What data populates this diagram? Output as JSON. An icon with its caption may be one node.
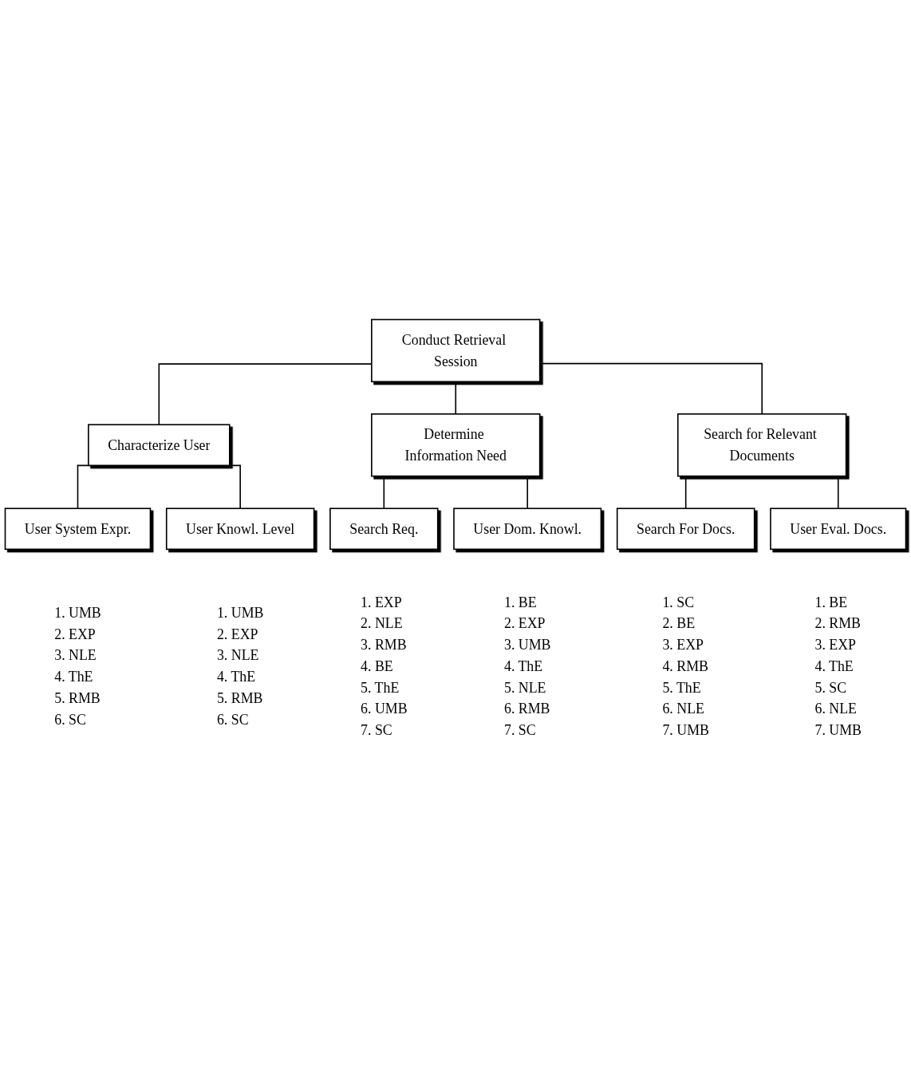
{
  "diagram": {
    "nodes": [
      {
        "text": [
          "Conduct Retrieval Session"
        ]
      },
      {
        "text": [
          "Characterize User"
        ]
      },
      {
        "text": [
          "Determine Information Need"
        ]
      },
      {
        "text": [
          "Search for Relevant Documents"
        ]
      },
      {
        "text": [
          "User System Expr."
        ],
        "beside": [
          "1. UMB",
          "2. EXP",
          "3. NLE",
          "4. ThE",
          "5. RMB",
          "6. SC"
        ]
      },
      {
        "text": [
          "User Knowl. Level"
        ],
        "beside": [
          "1. UMB",
          "2. EXP",
          "3. NLE",
          "4. ThE",
          "5. RMB",
          "6. SC"
        ]
      },
      {
        "text": [
          "Search Req."
        ],
        "beside": [
          "1. EXP",
          "2. NLE",
          "3. RMB",
          "4. BE",
          "5. ThE",
          "6. UMB",
          "7. SC"
        ]
      },
      {
        "text": [
          "User Dom. Knowl."
        ],
        "beside": [
          "1. BE",
          "2. EXP",
          "3. UMB",
          "4. ThE",
          "5. NLE",
          "6. RMB",
          "7. SC"
        ]
      },
      {
        "text": [
          "Search For Docs."
        ],
        "beside": [
          "1. SC",
          "2. BE",
          "3. EXP",
          "4. RMB",
          "5. ThE",
          "6. NLE",
          "7. UMB"
        ]
      },
      {
        "text": [
          "User Eval. Docs."
        ],
        "beside": [
          "1. BE",
          "2. RMB",
          "3. EXP",
          "4. ThE",
          "5. SC",
          "6. NLE",
          "7. UMB"
        ]
      }
    ],
    "edges": [
      {
        "from": 0,
        "to": 1,
        "arrow": "none"
      },
      {
        "from": 0,
        "to": 2,
        "arrow": "none"
      },
      {
        "from": 0,
        "to": 3,
        "arrow": "none"
      },
      {
        "from": 1,
        "to": 4,
        "arrow": "none"
      },
      {
        "from": 1,
        "to": 5,
        "arrow": "none"
      },
      {
        "from": 2,
        "to": 6,
        "arrow": "none"
      },
      {
        "from": 2,
        "to": 7,
        "arrow": "none"
      },
      {
        "from": 3,
        "to": 8,
        "arrow": "none"
      },
      {
        "from": 3,
        "to": 9,
        "arrow": "none"
      }
    ]
  }
}
